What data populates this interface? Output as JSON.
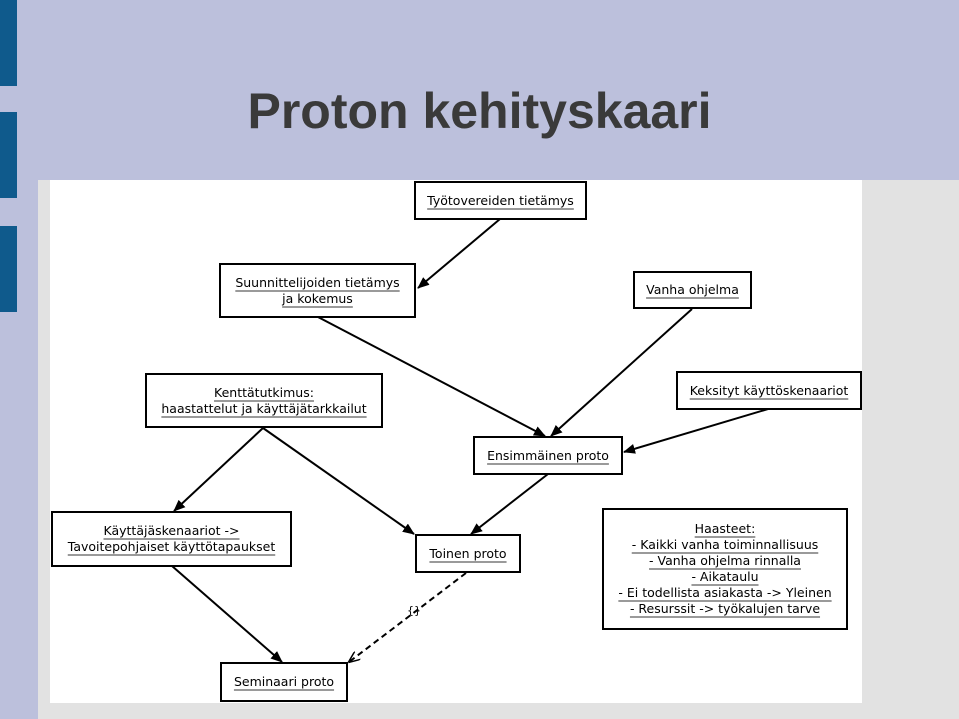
{
  "slide": {
    "title": "Proton kehityskaari"
  },
  "diagram": {
    "nodes": {
      "tyotovereiden": [
        "Työtovereiden tietämys"
      ],
      "suunnittelijoiden": [
        "Suunnittelijoiden tietämys",
        "ja kokemus"
      ],
      "vanha": [
        "Vanha ohjelma"
      ],
      "kenttatutkimus": [
        "Kenttätutkimus:",
        "haastattelut ja käyttäjätarkkailut"
      ],
      "keksityt": [
        "Keksityt käyttöskenaariot"
      ],
      "ensimmainen": [
        "Ensimmäinen proto"
      ],
      "kayttajaskenaariot": [
        "Käyttäjäskenaariot ->",
        "Tavoitepohjaiset käyttötapaukset"
      ],
      "toinen": [
        "Toinen proto"
      ],
      "haasteet": [
        "Haasteet:",
        "- Kaikki vanha toiminnallisuus",
        "- Vanha ohjelma rinnalla",
        "- Aikataulu",
        "- Ei todellista asiakasta -> Yleinen",
        "- Resurssit -> työkalujen tarve"
      ],
      "seminaari": [
        "Seminaari proto"
      ]
    },
    "edge_label": "{}"
  }
}
